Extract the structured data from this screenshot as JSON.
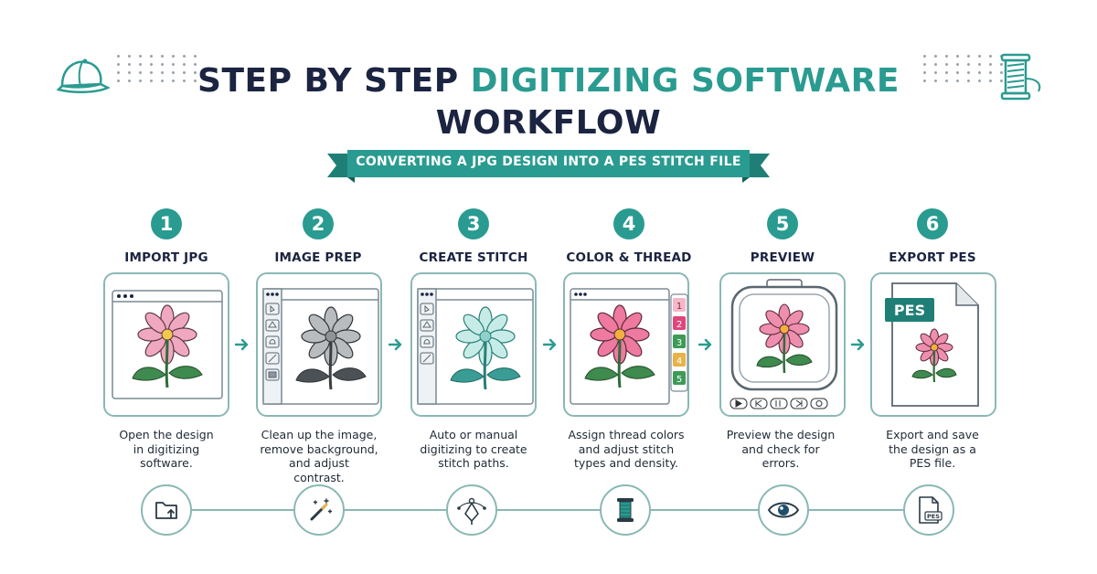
{
  "title": {
    "part1": "STEP BY STEP",
    "part2": "DIGITIZING SOFTWARE",
    "part3": "WORKFLOW"
  },
  "subtitle": "CONVERTING A JPG DESIGN INTO A PES STITCH FILE",
  "colors": {
    "navy": "#1b2440",
    "teal": "#2a9b90",
    "outline": "#8ab8b4",
    "petal_pink": "#f0a8c0",
    "leaf_green": "#3f8a4e",
    "thread_swatches": [
      "#f6b7c9",
      "#e0457b",
      "#3d9b57",
      "#e8b24a",
      "#3d9b57"
    ]
  },
  "steps": [
    {
      "number": "1",
      "title": "IMPORT JPG",
      "description": [
        "Open the design",
        "in digitizing",
        "software."
      ],
      "bottom_icon": "folder-upload-icon"
    },
    {
      "number": "2",
      "title": "IMAGE PREP",
      "description": [
        "Clean up the image,",
        "remove background,",
        "and adjust",
        "contrast."
      ],
      "bottom_icon": "magic-wand-icon"
    },
    {
      "number": "3",
      "title": "CREATE STITCH",
      "description": [
        "Auto or manual",
        "digitizing to create",
        "stitch paths."
      ],
      "bottom_icon": "pen-tool-icon"
    },
    {
      "number": "4",
      "title": "COLOR & THREAD",
      "description": [
        "Assign thread colors",
        "and adjust stitch",
        "types and density."
      ],
      "bottom_icon": "thread-spool-icon"
    },
    {
      "number": "5",
      "title": "PREVIEW",
      "description": [
        "Preview the design",
        "and check for",
        "errors."
      ],
      "bottom_icon": "eye-icon"
    },
    {
      "number": "6",
      "title": "EXPORT PES",
      "description": [
        "Export and save",
        "the design as a",
        "PES file."
      ],
      "bottom_icon": "pes-file-icon"
    }
  ],
  "color_swatch_labels": [
    "1",
    "2",
    "3",
    "4",
    "5"
  ],
  "pes_file_label": "PES",
  "pes_small_label": "PES",
  "decor_icons": [
    "cap-icon",
    "thread-spool-icon"
  ]
}
